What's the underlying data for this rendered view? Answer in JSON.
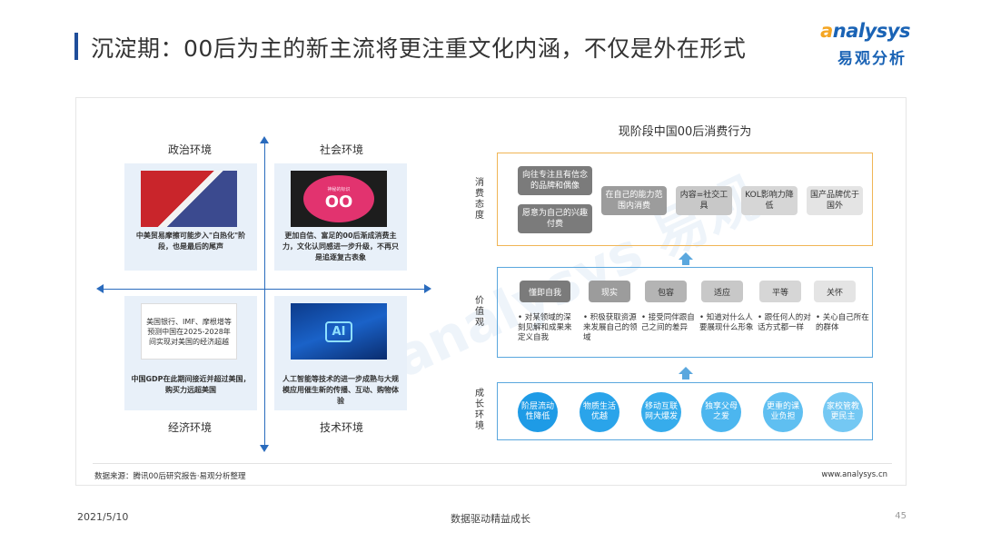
{
  "header": {
    "title": "沉淀期：00后为主的新主流将更注重文化内涵，不仅是外在形式",
    "logo_en_a": "a",
    "logo_en_rest": "nalysys",
    "logo_cn": "易观分析"
  },
  "quadrant": {
    "labels": {
      "politics": "政治环境",
      "society": "社会环境",
      "economy": "经济环境",
      "technology": "技术环境"
    },
    "politics_text": "中美贸易摩擦可能步入\"白热化\"阶段，也是最后的尾声",
    "society_img_small": "神秘的标识",
    "society_img_big": "OO",
    "society_text": "更加自信、富足的00后渐成消费主力，文化认同感进一步升级，不再只是追逐复古表象",
    "economy_quote": "美国银行、IMF、摩根增等预测中国在2025-2028年间实现对美国的经济超越",
    "economy_text": "中国GDP在此期间接近并超过美国，购买力远超美国",
    "tech_img": "AI",
    "tech_text": "人工智能等技术的进一步成熟与大规模应用催生新的传播、互动、购物体验"
  },
  "right": {
    "title": "现阶段中国00后消费行为",
    "row_labels": {
      "attitude": "消费态度",
      "values": "价值观",
      "environment": "成长环境"
    },
    "attitude_chips": [
      "向往专注且有信念的品牌和偶像",
      "愿意为自己的兴趣付费",
      "在自己的能力范围内消费",
      "内容=社交工具",
      "KOL影响力降低",
      "国产品牌优于国外"
    ],
    "values": [
      {
        "chip": "懂即自我",
        "desc": "• 对某领域的深刻见解和成果来定义自我"
      },
      {
        "chip": "现实",
        "desc": "• 积极获取资源来发展自己的领域"
      },
      {
        "chip": "包容",
        "desc": "• 接受同伴跟自己之间的差异"
      },
      {
        "chip": "适应",
        "desc": "• 知道对什么人要展现什么形象"
      },
      {
        "chip": "平等",
        "desc": "• 跟任何人的对话方式都一样"
      },
      {
        "chip": "关怀",
        "desc": "• 关心自己所在的群体"
      }
    ],
    "environment": [
      "阶层流动性降低",
      "物质生活优越",
      "移动互联网大爆发",
      "独享父母之爱",
      "更重的课业负担",
      "家校管教更民主"
    ]
  },
  "watermark": "analysys 易观",
  "footer": {
    "source": "数据来源：腾讯00后研究报告·易观分析整理",
    "site": "www.analysys.cn",
    "date": "2021/5/10",
    "slogan": "数据驱动精益成长",
    "page": "45"
  },
  "colors": {
    "accent_blue": "#1f4e9a",
    "orange_box": "#f0b555",
    "blue_box": "#5aa7de",
    "circle_blue": "#2aa0e8"
  }
}
